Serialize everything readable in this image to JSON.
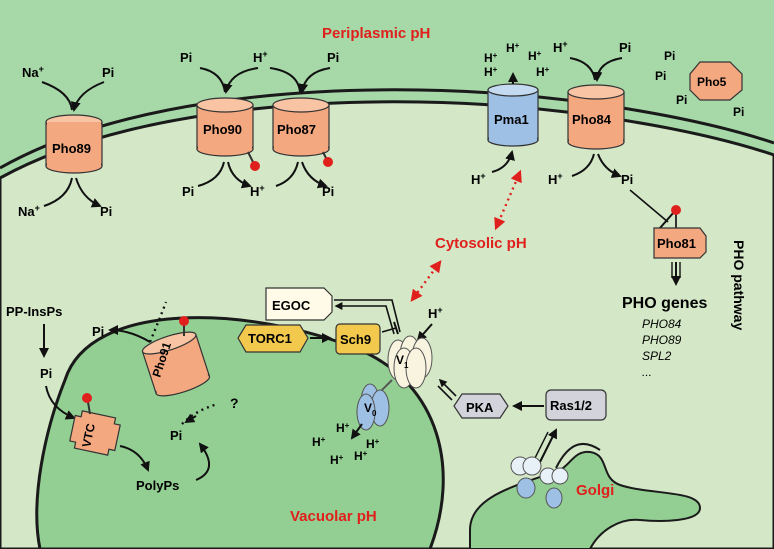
{
  "compartments": {
    "periplasm": "Periplasmic pH",
    "cytosol": "Cytosolic pH",
    "vacuole": "Vacuolar pH",
    "golgi": "Golgi"
  },
  "ions": {
    "pi": "Pi",
    "h": "H",
    "na": "Na",
    "plus": "+"
  },
  "transporters": {
    "pho89": "Pho89",
    "pho90": "Pho90",
    "pho87": "Pho87",
    "pma1": "Pma1",
    "pho84": "Pho84",
    "pho5": "Pho5",
    "pho91": "Pho91",
    "vtc": "VTC"
  },
  "signaling": {
    "pho81": "Pho81",
    "egoc": "EGOC",
    "torc1": "TORC1",
    "sch9": "Sch9",
    "pka": "PKA",
    "ras": "Ras1/2",
    "v1": "V",
    "v1_sub": "1",
    "vo": "V",
    "vo_sub": "0"
  },
  "metabolites": {
    "pp_insps": "PP-InsPs",
    "polyps": "PolyPs",
    "question": "?"
  },
  "pho_genes": {
    "title": "PHO genes",
    "genes": [
      "PHO84",
      "PHO89",
      "SPL2",
      "..."
    ],
    "pathway_label": "PHO pathway"
  },
  "colors": {
    "cell_green": "#d4e8c8",
    "cell_border": "#1a1a1a",
    "outside_green": "#a7d8a8",
    "vacuole_green": "#93cf93",
    "transporter": "#f4a880",
    "pma1": "#9ec0e4",
    "label_red": "#e0201c",
    "torc_yellow": "#f2c94c",
    "grey_box": "#d3d3db"
  }
}
